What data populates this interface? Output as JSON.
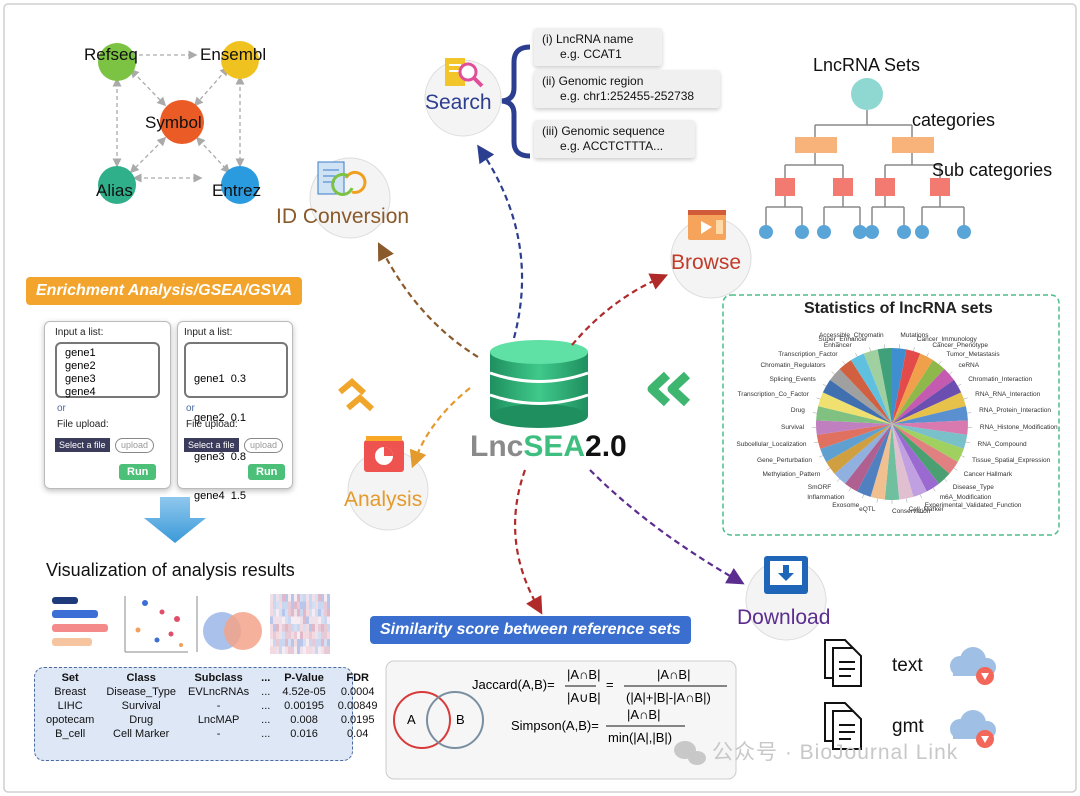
{
  "id_conversion": {
    "title": "ID Conversion",
    "nodes": {
      "refseq": "Refseq",
      "ensembl": "Ensembl",
      "symbol": "Symbol",
      "alias": "Alias",
      "entrez": "Entrez"
    }
  },
  "search": {
    "title": "Search",
    "options": [
      {
        "label": "(i) LncRNA name",
        "example": "e.g.  CCAT1"
      },
      {
        "label": "(ii) Genomic region",
        "example": "e.g.  chr1:252455-252738"
      },
      {
        "label": "(iii) Genomic sequence",
        "example": "e.g.  ACCTCTTTA..."
      }
    ]
  },
  "hierarchy": {
    "title": "LncRNA Sets",
    "level1": "categories",
    "level2": "Sub categories"
  },
  "browse": {
    "title": "Browse"
  },
  "center": {
    "brand_part1": "Lnc",
    "brand_part2": "SEA",
    "brand_version": "2.0"
  },
  "enrichment": {
    "banner": "Enrichment Analysis/GSEA/GSVA",
    "panel1": {
      "input_label": "Input a list:",
      "genes": [
        "gene1",
        "gene2",
        "gene3",
        "gene4"
      ],
      "or": "or",
      "file_upload": "File upload:",
      "select_btn": "Select a file",
      "upload_btn": "upload",
      "run_btn": "Run"
    },
    "panel2": {
      "input_label": "Input a list:",
      "genes": [
        "gene1  0.3",
        "gene2  0.1",
        "gene3  0.8",
        "gene4  1.5"
      ],
      "or": "or",
      "file_upload": "File upload:",
      "select_btn": "Select a file",
      "upload_btn": "upload",
      "run_btn": "Run"
    }
  },
  "analysis": {
    "title": "Analysis"
  },
  "visualization": {
    "title": "Visualization of analysis results",
    "table": {
      "headers": [
        "Set",
        "Class",
        "Subclass",
        "...",
        "P-Value",
        "FDR"
      ],
      "rows": [
        [
          "Breast",
          "Disease_Type",
          "EVLncRNAs",
          "...",
          "4.52e-05",
          "0.0004"
        ],
        [
          "LIHC",
          "Survival",
          "-",
          "...",
          "0.00195",
          "0.00849"
        ],
        [
          "opotecam",
          "Drug",
          "LncMAP",
          "...",
          "0.008",
          "0.0195"
        ],
        [
          "B_cell",
          "Cell Marker",
          "-",
          "...",
          "0.016",
          "0.04"
        ]
      ]
    }
  },
  "statistics": {
    "title": "Statistics of lncRNA sets",
    "categories": [
      "Mutations",
      "Cancer_Immunology",
      "Cancer_Phenotype",
      "Tumor_Metastasis",
      "ceRNA",
      "Chromatin_Interaction",
      "RNA_RNA_Interaction",
      "RNA_Protein_Interaction",
      "RNA_Histone_Modification",
      "RNA_Compound",
      "Tissue_Spatial_Expression",
      "Cancer Hallmark",
      "Disease_Type",
      "m6A_Modification",
      "Experimental_Validated_Function",
      "Cell_Marker",
      "Conservation",
      "eQTL",
      "Exosome",
      "Inflammation",
      "SmORF",
      "Methylation_Pattern",
      "Gene_Perturbation",
      "Subcellular_Localization",
      "Survival",
      "Drug",
      "Transcription_Co_Factor",
      "Splicing_Events",
      "Chromatin_Regulators",
      "Transcription_Factor",
      "Enhancer",
      "Super_Enhancer",
      "Accessible_Chromatin"
    ],
    "colors": [
      "#3f8fd0",
      "#e34a4a",
      "#f0a04a",
      "#8fb84a",
      "#c45bb0",
      "#6a4fb0",
      "#e6c24a",
      "#5a8fd0",
      "#d87ab0",
      "#7ac0c8",
      "#a0d060",
      "#e08080",
      "#4aa070",
      "#9a6ad0",
      "#c0a0e0",
      "#e0c0d0",
      "#70c0a0",
      "#f0c090",
      "#5080c0",
      "#b06090",
      "#90b0e0",
      "#d0a040",
      "#60a0d0",
      "#e07060",
      "#c080c0",
      "#80c080",
      "#f0e070",
      "#4070b0",
      "#a0a0a0",
      "#d06040",
      "#60c0e0",
      "#a0d0a0",
      "#3fa07a"
    ]
  },
  "download": {
    "title": "Download",
    "formats": [
      "text",
      "gmt"
    ]
  },
  "similarity": {
    "banner": "Similarity score between reference sets",
    "jaccard_name": "Jaccard(A,B)=",
    "simpson_name": "Simpson(A,B)=",
    "frac1_num": "|A∩B|",
    "frac1_den": "|A∪B|",
    "eq": "=",
    "frac2_num": "|A∩B|",
    "frac2_den": "(|A|+|B|-|A∩B|)",
    "frac3_num": "|A∩B|",
    "frac3_den": "min(|A|,|B|)",
    "set_a": "A",
    "set_b": "B"
  },
  "watermark": "公众号 · BioJournal Link"
}
